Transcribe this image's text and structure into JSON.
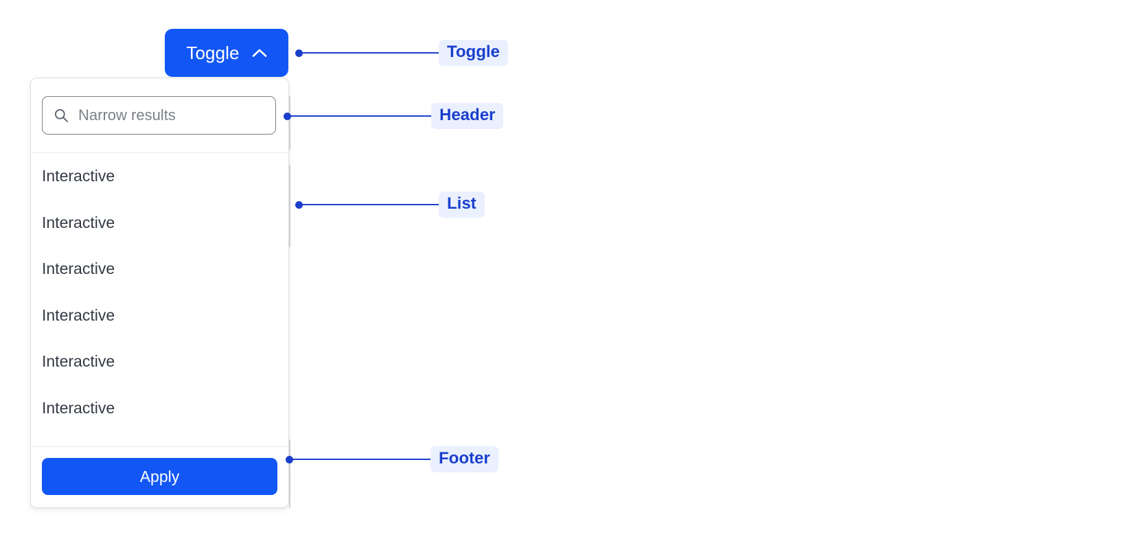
{
  "toggle": {
    "label": "Toggle",
    "icon": "chevron-up-icon",
    "expanded": true,
    "background": "#1257f5",
    "text_color": "#ffffff"
  },
  "panel": {
    "header": {
      "search": {
        "placeholder": "Narrow results",
        "value": "",
        "icon": "search-icon"
      }
    },
    "list": {
      "items": [
        {
          "label": "Interactive"
        },
        {
          "label": "Interactive"
        },
        {
          "label": "Interactive"
        },
        {
          "label": "Interactive"
        },
        {
          "label": "Interactive"
        },
        {
          "label": "Interactive"
        }
      ]
    },
    "footer": {
      "apply_label": "Apply",
      "apply_background": "#1257f5"
    },
    "border_color": "#dcdfe3",
    "divider_color": "#e9eaec"
  },
  "annotations": {
    "accent_color": "#1a3fcc",
    "pill_background": "#eaf0fe",
    "items": [
      {
        "label": "Toggle",
        "target": "toggle-button"
      },
      {
        "label": "Header",
        "target": "panel-header"
      },
      {
        "label": "List",
        "target": "panel-list"
      },
      {
        "label": "Footer",
        "target": "panel-footer"
      }
    ]
  }
}
